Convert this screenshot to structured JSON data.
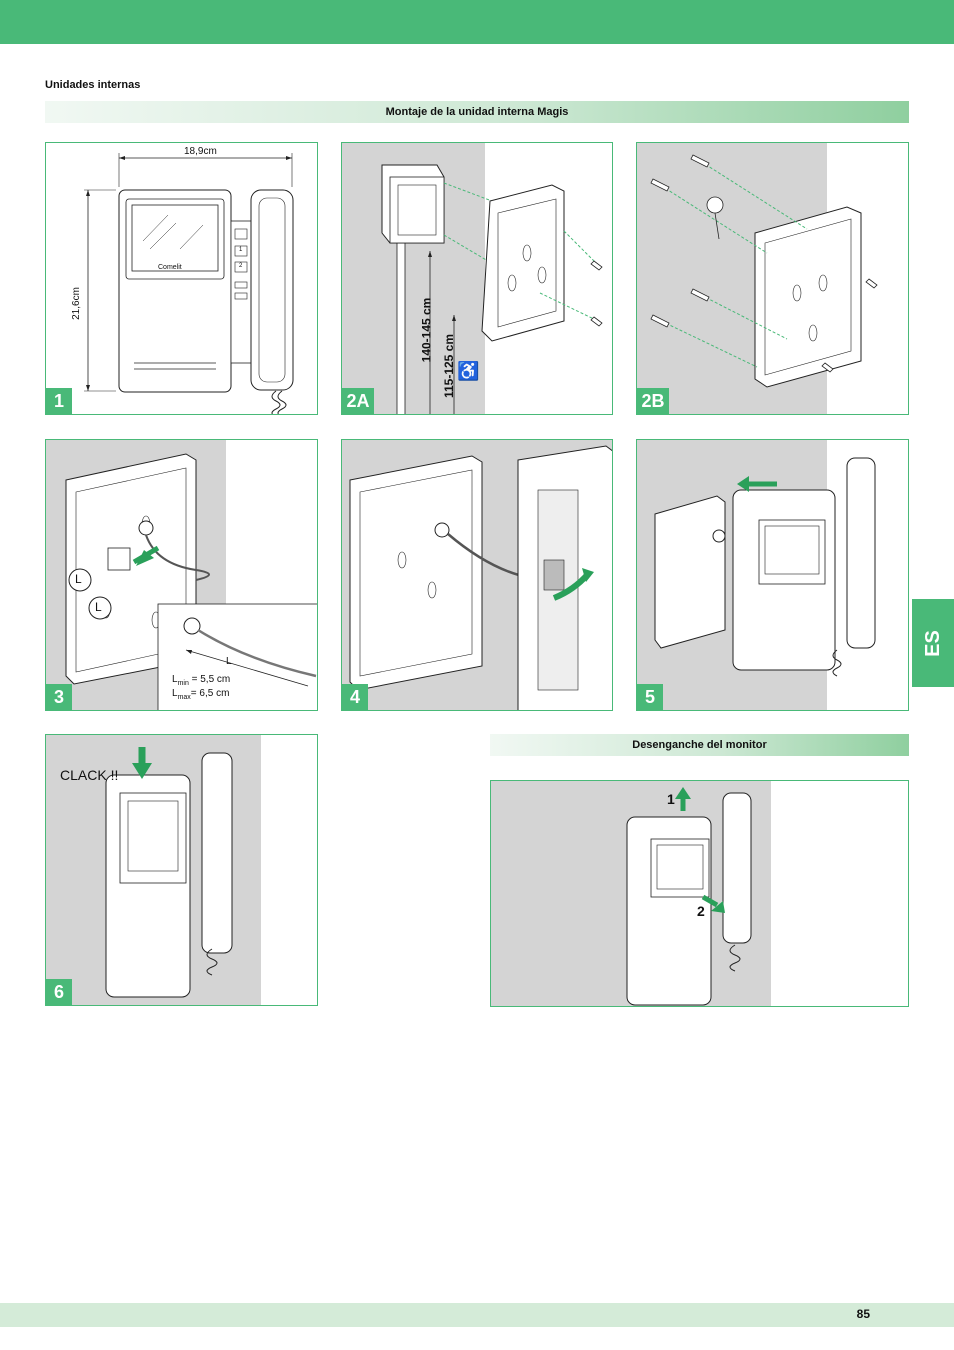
{
  "header": {
    "section": "Unidades internas"
  },
  "bands": {
    "mounting": "Montaje de la unidad interna Magis",
    "release": "Desenganche del monitor"
  },
  "side_tab": "ES",
  "page_number": "85",
  "panels": {
    "p1": {
      "label": "1",
      "width_dim": "18,9cm",
      "height_dim": "21,6cm",
      "brand": "Comelit",
      "keys": [
        "1",
        "2"
      ]
    },
    "p2a": {
      "label": "2A",
      "height_range_1": "140-145 cm",
      "height_range_2": "115-125 cm"
    },
    "p2b": {
      "label": "2B"
    },
    "p3": {
      "label": "3",
      "marker_1": "L",
      "marker_2": "L",
      "detail_marker": "L",
      "lmin_sym": "L",
      "lmin_sub": "min",
      "lmin_val": "= 5,5 cm",
      "lmax_sym": "L",
      "lmax_sub": "max",
      "lmax_val": "= 6,5 cm"
    },
    "p4": {
      "label": "4"
    },
    "p5": {
      "label": "5"
    },
    "p6": {
      "label": "6",
      "clack": "CLACK !!"
    },
    "release": {
      "step1": "1",
      "step2": "2"
    }
  },
  "colors": {
    "accent": "#49b978",
    "wall": "#d4d4d4",
    "arrow": "#2aa05a"
  }
}
